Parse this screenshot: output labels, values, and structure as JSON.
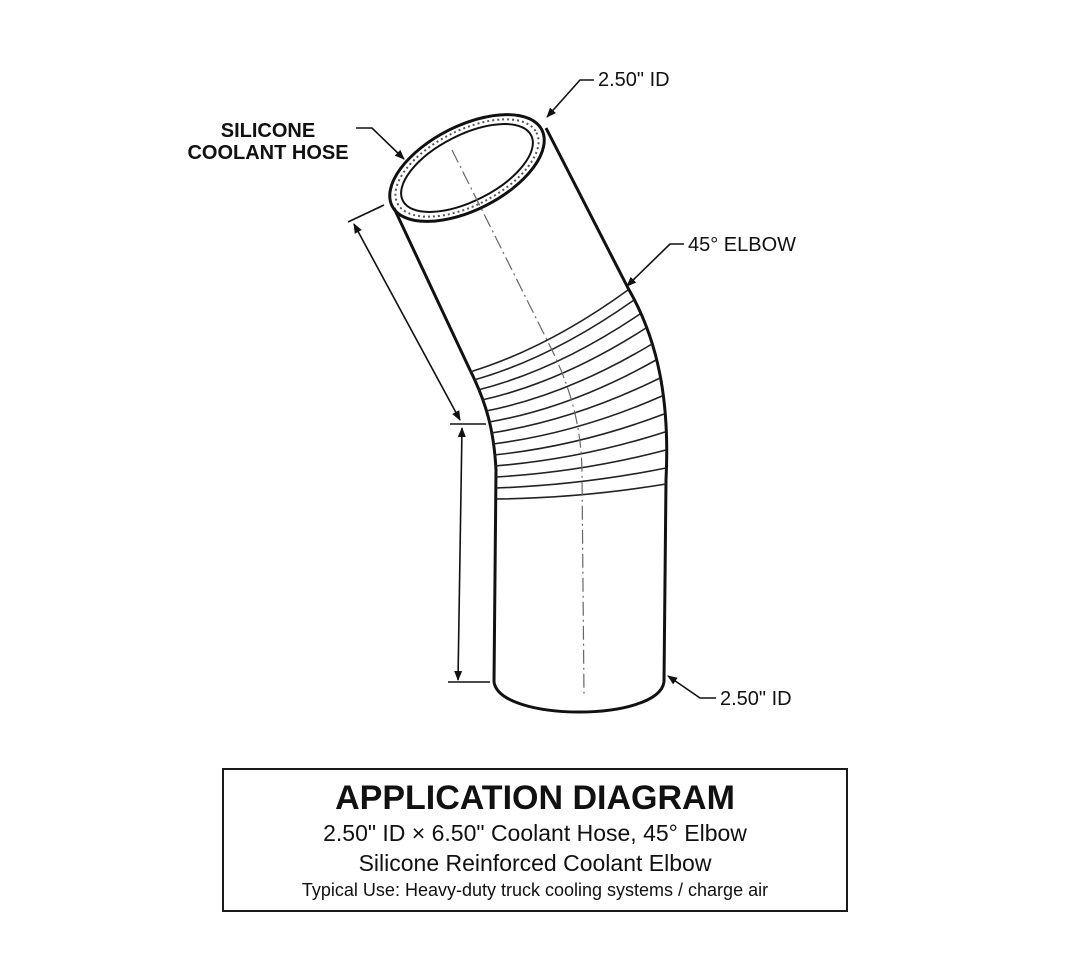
{
  "callouts": {
    "top_id": "2.50\" ID",
    "hose_line1": "SILICONE",
    "hose_line2": "COOLANT HOSE",
    "elbow": "45° ELBOW",
    "bottom_id": "2.50\" ID"
  },
  "title_block": {
    "heading": "APPLICATION DIAGRAM",
    "line1": "2.50\" ID × 6.50\" Coolant Hose, 45° Elbow",
    "line2": "Silicone Reinforced Coolant Elbow",
    "line3": "Typical Use: Heavy-duty truck cooling systems / charge air"
  },
  "colors": {
    "ink": "#111111",
    "background": "#ffffff"
  }
}
